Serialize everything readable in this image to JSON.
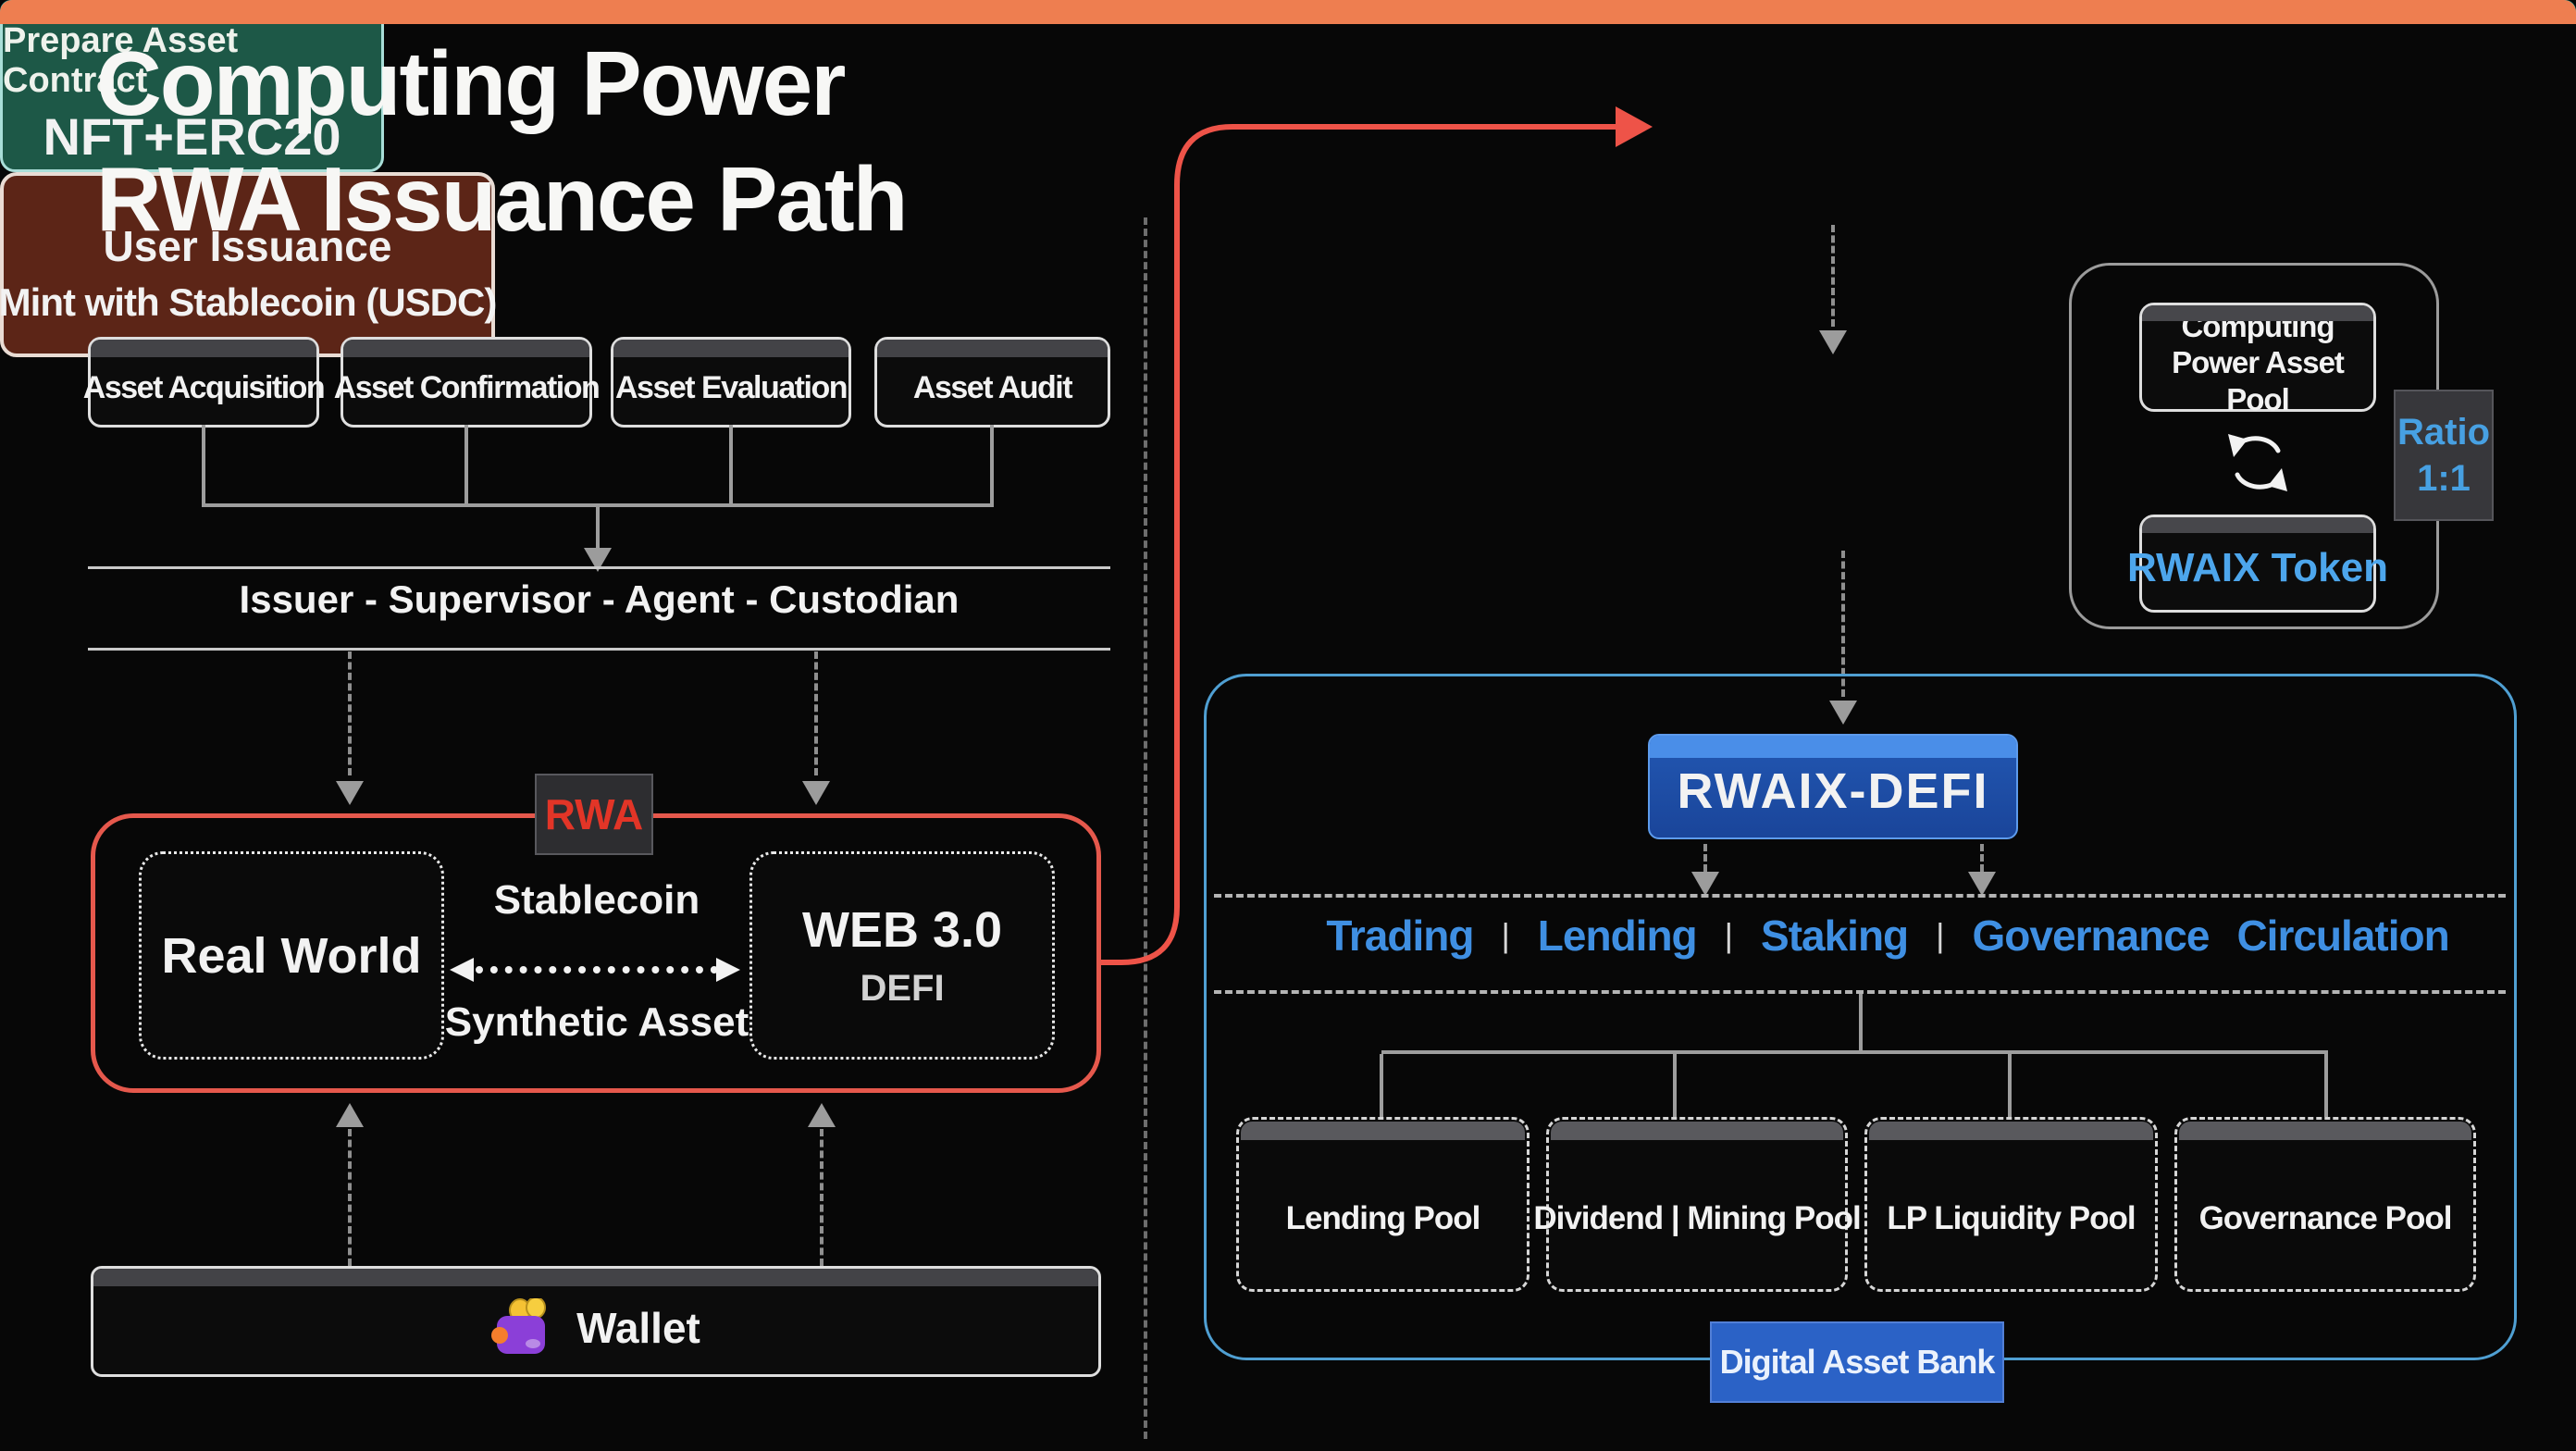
{
  "title": {
    "line1": "Computing Power",
    "line2": "RWA Issuance Path"
  },
  "left": {
    "steps": [
      "Asset Acquisition",
      "Asset Confirmation",
      "Asset Evaluation",
      "Asset Audit"
    ],
    "issuer_band": "Issuer - Supervisor - Agent - Custodian",
    "rwa": {
      "tag": "RWA",
      "real_world": "Real World",
      "bridge_top": "Stablecoin",
      "bridge_bottom": "Synthetic Asset",
      "web3_title": "WEB 3.0",
      "web3_sub": "DEFI"
    },
    "wallet": {
      "label": "Wallet",
      "icon": "wallet-icon"
    }
  },
  "right": {
    "prepare": {
      "line1": "Prepare Asset Contract",
      "line2": "NFT+ERC20"
    },
    "issuance": {
      "line1": "User Issuance",
      "line2": "Mint with Stablecoin (USDC)"
    },
    "asset_pool": {
      "pool_label": "Computing Power Asset Pool",
      "token_label": "RWAIX Token",
      "ratio_label": "Ratio",
      "ratio_value": "1:1",
      "swap_icon": "swap-icon"
    },
    "defi": {
      "title": "RWAIX-DEFI",
      "services": [
        "Trading",
        "Lending",
        "Staking",
        "Governance",
        "Circulation"
      ],
      "separator": "|",
      "pools": [
        "Lending Pool",
        "Dividend | Mining Pool",
        "LP Liquidity Pool",
        "Governance Pool"
      ],
      "bank": "Digital Asset Bank"
    }
  },
  "colors": {
    "background": "#070707",
    "red_accent": "#e5584c",
    "rwa_red": "#e23527",
    "teal_accent": "#28c9c8",
    "teal_body": "#1d5847",
    "orange_accent": "#ee7e50",
    "maroon_body": "#5c2517",
    "blue_box": "#2257b2",
    "blue_border": "#4f9fd2",
    "service_blue": "#3f8fe2",
    "token_blue": "#4da6ec",
    "bank_blue": "#2b62c6",
    "line_gray": "#9d9d9d"
  }
}
